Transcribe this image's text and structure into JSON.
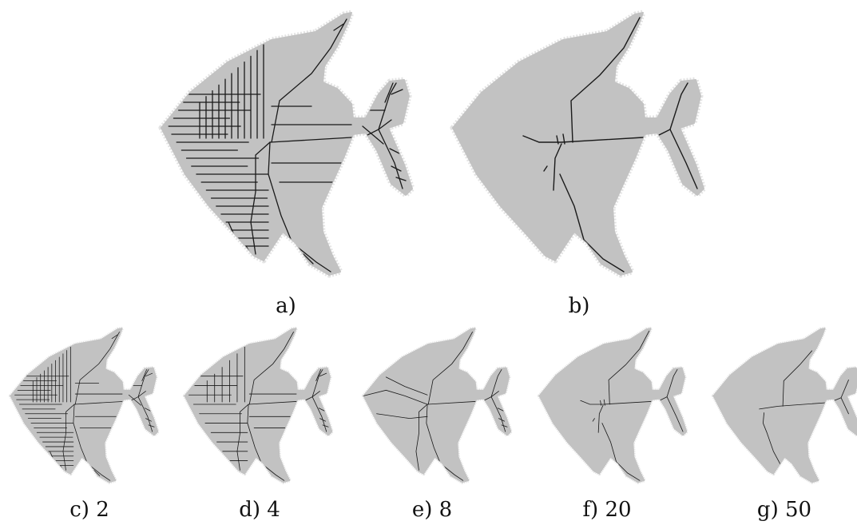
{
  "figure": {
    "panels": [
      {
        "id": "a",
        "caption": "a)",
        "skeleton": "dense-grid"
      },
      {
        "id": "b",
        "caption": "b)",
        "skeleton": "smooth"
      },
      {
        "id": "c",
        "caption": "c) 2",
        "skeleton": "dense-grid"
      },
      {
        "id": "d",
        "caption": "d) 4",
        "skeleton": "medium-grid"
      },
      {
        "id": "e",
        "caption": "e) 8",
        "skeleton": "sparse-grid"
      },
      {
        "id": "f",
        "caption": "f) 20",
        "skeleton": "smooth"
      },
      {
        "id": "g",
        "caption": "g) 50",
        "skeleton": "minimal"
      }
    ],
    "colors": {
      "fish_fill": "#c2c2c2",
      "fish_fringe": "#e3e3e3",
      "skeleton": "#1a1a1a",
      "background": "#ffffff"
    }
  }
}
